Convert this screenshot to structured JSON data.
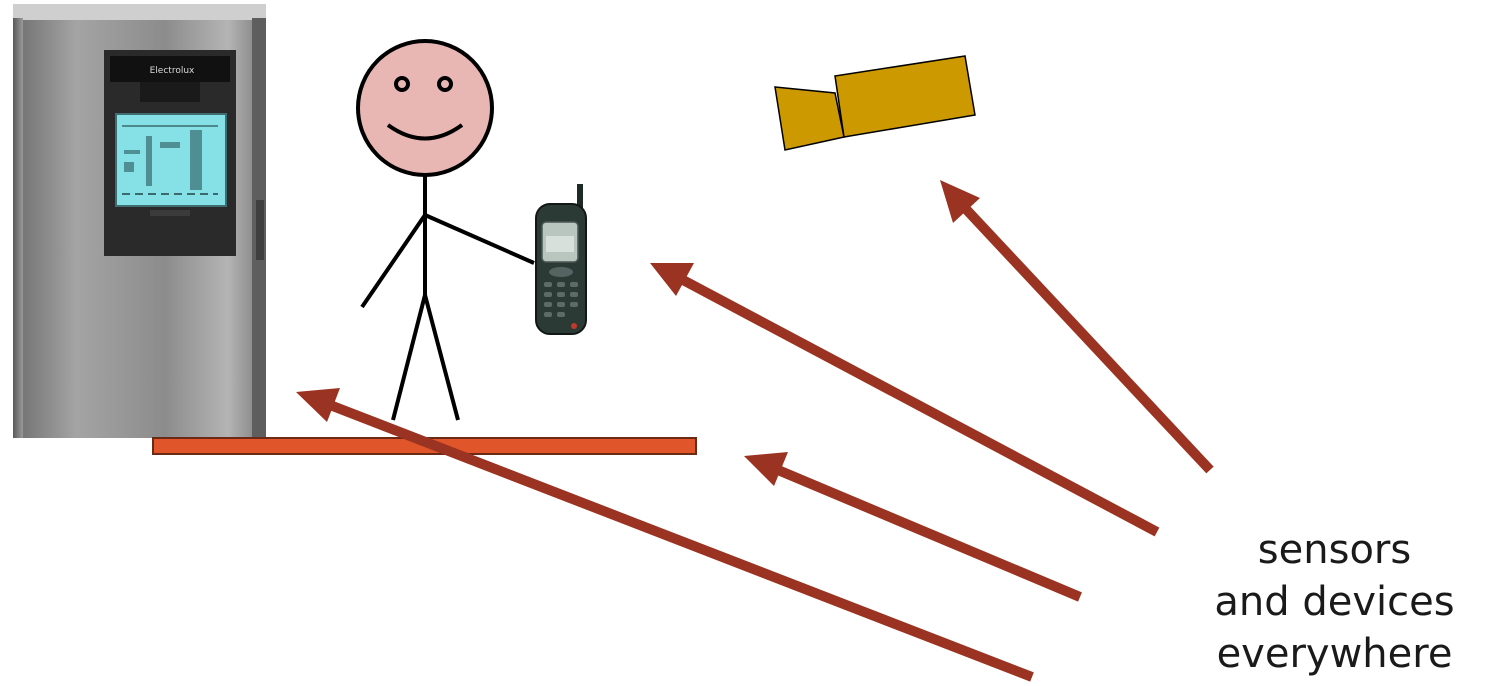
{
  "caption": {
    "lines": [
      "sensors",
      "and devices",
      "everywhere"
    ]
  },
  "fridge": {
    "brand": "Electrolux"
  },
  "colors": {
    "arrow": "#9b3322",
    "floor": "#e0552a",
    "face": "#e8b7b4",
    "camera": "#cc9900",
    "screen": "#86e1e6",
    "fridge_body": "#8a8a8a",
    "phone": "#2c3a36"
  },
  "icons": [
    "fridge-icon",
    "stick-figure-icon",
    "mobile-phone-icon",
    "video-camera-icon",
    "arrow-icon"
  ]
}
